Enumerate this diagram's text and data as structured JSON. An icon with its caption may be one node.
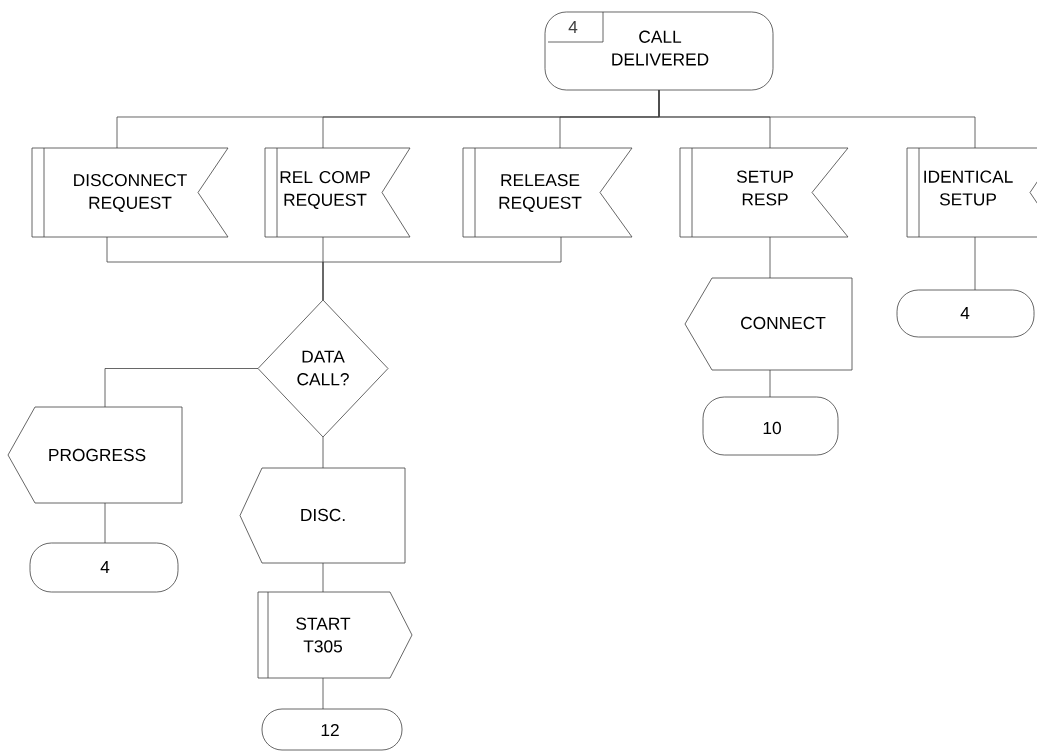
{
  "diagram": {
    "nodes": [
      {
        "text": [
          "4",
          "CALL DELIVERED"
        ]
      },
      {
        "text": [
          "DISCONNECT REQUEST"
        ]
      },
      {
        "text": [
          "REL COMP REQUEST"
        ]
      },
      {
        "text": [
          "RELEASE REQUEST"
        ]
      },
      {
        "text": [
          "SETUP RESP"
        ]
      },
      {
        "text": [
          "IDENTICAL SETUP"
        ]
      },
      {
        "text": [
          "DATA CALL?"
        ]
      },
      {
        "text": [
          "PROGRESS"
        ]
      },
      {
        "text": [
          "DISC."
        ]
      },
      {
        "text": [
          "START T305"
        ]
      },
      {
        "text": [
          "4"
        ]
      },
      {
        "text": [
          "12"
        ]
      },
      {
        "text": [
          "CONNECT"
        ]
      },
      {
        "text": [
          "10"
        ]
      },
      {
        "text": [
          "4"
        ]
      }
    ],
    "edges": [
      {
        "from": 0,
        "to": 1,
        "arrow": "none"
      },
      {
        "from": 0,
        "to": 2,
        "arrow": "none"
      },
      {
        "from": 0,
        "to": 3,
        "arrow": "none"
      },
      {
        "from": 0,
        "to": 4,
        "arrow": "none"
      },
      {
        "from": 0,
        "to": 5,
        "arrow": "none"
      },
      {
        "from": 1,
        "to": 6,
        "arrow": "none"
      },
      {
        "from": 2,
        "to": 6,
        "arrow": "none"
      },
      {
        "from": 3,
        "to": 6,
        "arrow": "none"
      },
      {
        "from": 6,
        "to": 7,
        "arrow": "none"
      },
      {
        "from": 6,
        "to": 8,
        "arrow": "none"
      },
      {
        "from": 7,
        "to": 10,
        "arrow": "none"
      },
      {
        "from": 8,
        "to": 9,
        "arrow": "none"
      },
      {
        "from": 9,
        "to": 11,
        "arrow": "none"
      },
      {
        "from": 4,
        "to": 12,
        "arrow": "none"
      },
      {
        "from": 12,
        "to": 13,
        "arrow": "none"
      },
      {
        "from": 5,
        "to": 14,
        "arrow": "none"
      }
    ]
  }
}
